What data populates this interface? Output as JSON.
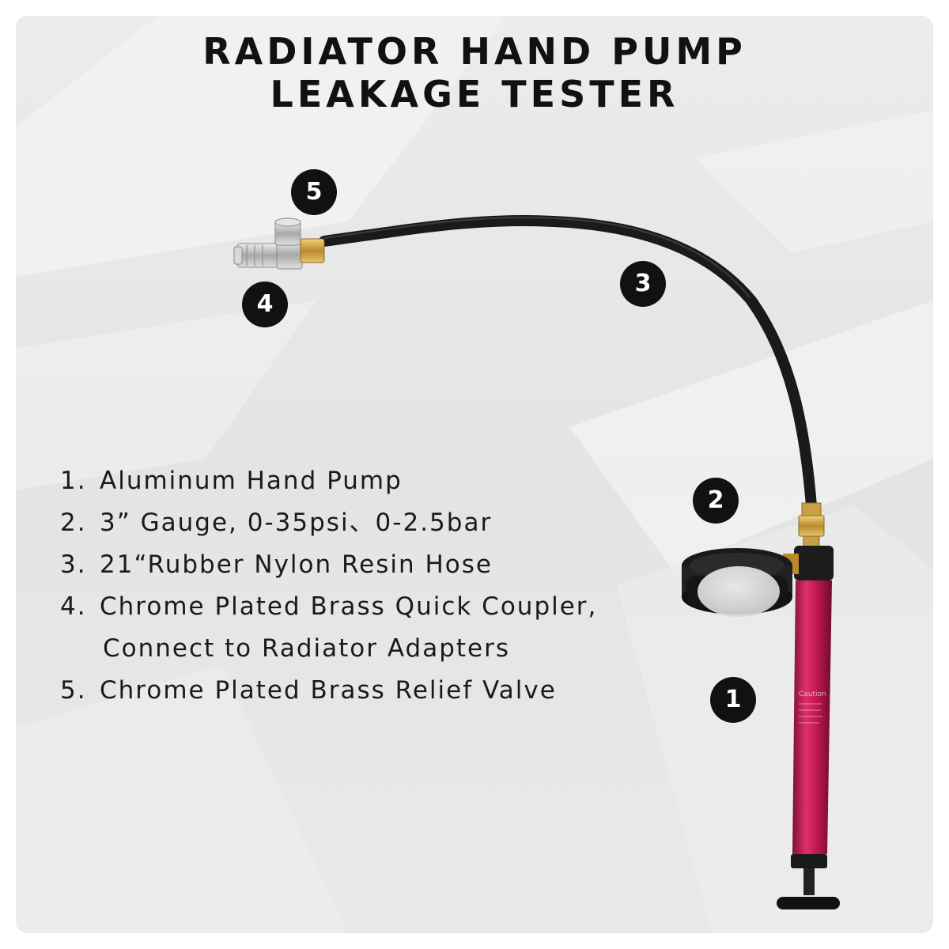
{
  "title": {
    "line1": "RADIATOR HAND PUMP",
    "line2": "LEAKAGE TESTER"
  },
  "features": [
    {
      "num": "1.",
      "text": "Aluminum Hand Pump"
    },
    {
      "num": "2.",
      "text": "3” Gauge,  0-35psi、0-2.5bar"
    },
    {
      "num": "3.",
      "text": "21“Rubber Nylon Resin Hose"
    },
    {
      "num": "4.",
      "text": "Chrome Plated Brass Quick Coupler,"
    },
    {
      "num": "",
      "text": "Connect to Radiator Adapters"
    },
    {
      "num": "5.",
      "text": "Chrome Plated Brass Relief Valve"
    }
  ],
  "callouts": {
    "c1": "1",
    "c2": "2",
    "c3": "3",
    "c4": "4",
    "c5": "5"
  },
  "colors": {
    "pump_body": "#c2184e",
    "hose": "#1a1a1a",
    "brass": "#c9a04a",
    "chrome": "#c8c8c8",
    "callout_bg": "#111111"
  }
}
